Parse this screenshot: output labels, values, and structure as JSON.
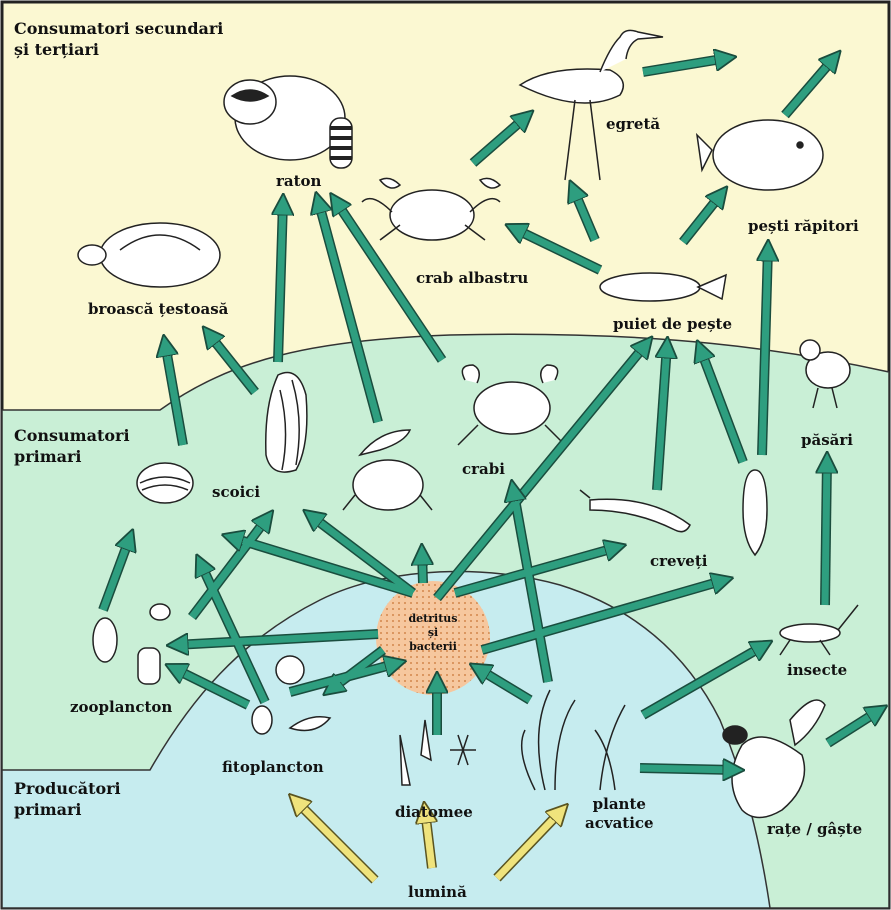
{
  "colors": {
    "zone_top": "#fbf8d2",
    "zone_middle": "#c9efd6",
    "zone_bottom": "#c6ecef",
    "arrow_flow": "#2e9e7f",
    "arrow_light": "#efe37c",
    "detritus_fill": "#f6c79e",
    "detritus_dots": "#d2874b"
  },
  "zones": {
    "secondary_tertiary": "Consumatori secundari\nși terțiari",
    "primary_consumers": "Consumatori\nprimari",
    "primary_producers": "Producători\nprimari"
  },
  "organisms": {
    "raton": "raton",
    "egreta": "egretă",
    "pesti_rapitori": "pești răpitori",
    "crab_albastru": "crab albastru",
    "broasca": "broască țestoasă",
    "puiet": "puiet de pește",
    "pasari": "păsări",
    "scoici": "scoici",
    "crabi": "crabi",
    "creveti": "creveți",
    "insecte": "insecte",
    "zooplancton": "zooplancton",
    "fitoplancton": "fitoplancton",
    "diatomee": "diatomee",
    "plante": "plante\nacvatice",
    "rate": "rațe / gâște",
    "lumina": "lumină"
  },
  "detritus": "detritus\nși\nbacterii"
}
